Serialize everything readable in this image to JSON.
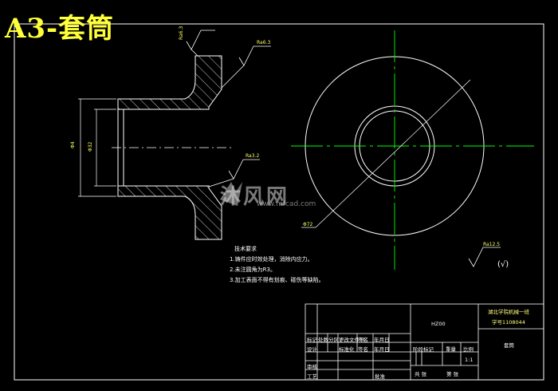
{
  "drawing": {
    "title": "A3-套筒",
    "roughness": {
      "top": "Ra6.3",
      "right": "Ra6.3",
      "bore": "Ra3.2",
      "general": "Ra12.5",
      "general_suffix": "(√)"
    },
    "dimensions": {
      "outer": "Φ4",
      "inner": "Φ32",
      "circle": "Φ72"
    }
  },
  "notes": {
    "heading": "技术要求",
    "items": [
      "1.铸件应时效处理，消除内应力。",
      "2.未注圆角为R3。",
      "3.加工表面不得有划痕、碰伤等缺陷。"
    ]
  },
  "title_block": {
    "drawing_no": "HZ00",
    "school": "湖北学院机械一班",
    "student_no": "学号1108044",
    "part_name": "套筒",
    "labels": {
      "mark": "标记",
      "count": "处数",
      "zone": "分区",
      "change_doc": "更改文件号",
      "signature": "签名",
      "date": "年月日",
      "design": "设计",
      "standardize": "标准化",
      "stage_mark": "阶段标记",
      "weight": "重量",
      "scale": "比例",
      "check": "审核",
      "process": "工艺",
      "approve": "批准",
      "sheets_total": "共 张",
      "sheet": "第 张"
    },
    "scale_value": "1:1"
  },
  "watermark": {
    "text": "沐风网",
    "url": "www.mfcad.com"
  },
  "colors": {
    "background": "#000000",
    "lines": "#ffffff",
    "center_lines": "#00ff00",
    "section_outline": "#ffffff",
    "title": "#ffff3a",
    "annotations": "#ffff60"
  }
}
